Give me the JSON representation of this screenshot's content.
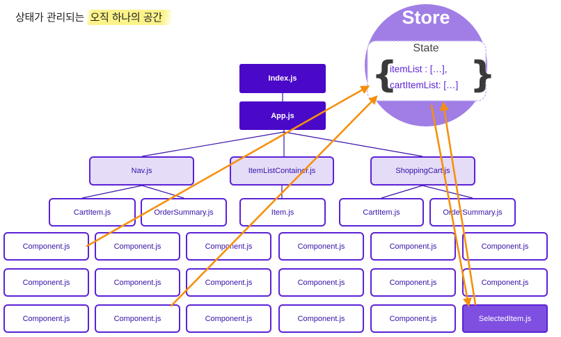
{
  "header": {
    "title_prefix": "상태가 관리되는 ",
    "title_highlight": "오직 하나의 공간"
  },
  "store": {
    "title": "Store",
    "state_title": "State",
    "open_brace": "{",
    "close_brace": "}",
    "state_lines": [
      "itemList : […],",
      "cartItemList: […]"
    ]
  },
  "nodes": {
    "index": "Index.js",
    "app": "App.js",
    "nav": "Nav.js",
    "item_list_container": "ItemListContainer.js",
    "shopping_cart": "ShoppingCart.js",
    "cart_item_1": "CartItem.js",
    "order_summary_1": "OrderSummary.js",
    "item": "Item.js",
    "cart_item_2": "CartItem.js",
    "order_summary_2": "OrderSummary.js",
    "component": "Component.js",
    "selected_item": "SelectedItem.js"
  },
  "colors": {
    "primary": "#4a08c8",
    "border": "#5b21d6",
    "fill_light": "#e5dcf8",
    "store_fill": "#a07ee6",
    "arrow": "#f5900e",
    "highlight": "#fbf38a"
  }
}
